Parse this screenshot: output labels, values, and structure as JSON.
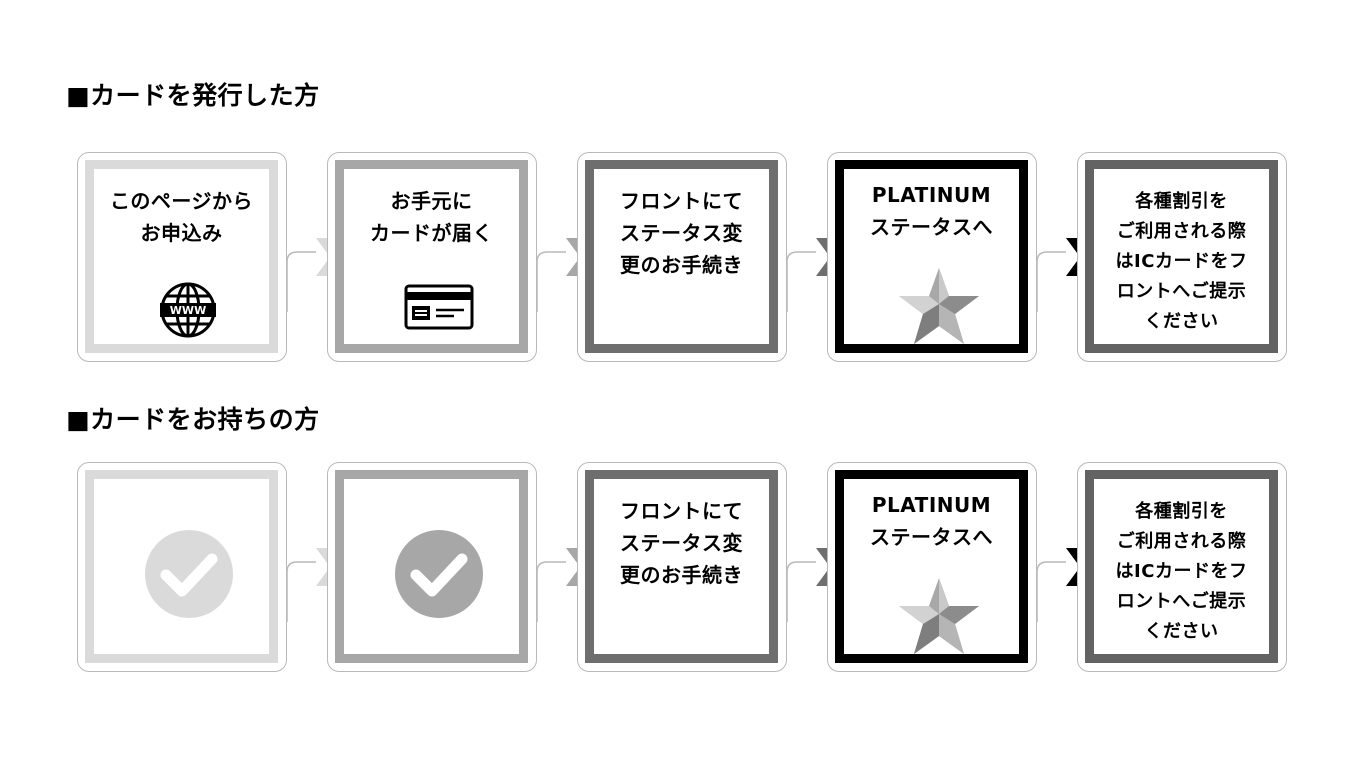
{
  "sections": [
    {
      "title": "■カードを発行した方",
      "steps": [
        {
          "label": "このページから\nお申込み",
          "icon": "globe-www-icon"
        },
        {
          "label": "お手元に\nカードが届く",
          "icon": "card-icon"
        },
        {
          "label": "フロントにて\nステータス変\n更のお手続き",
          "icon": ""
        },
        {
          "label": "PLATINUM\nステータスへ",
          "icon": "star-icon"
        },
        {
          "label": "各種割引を\nご利用される際\nはICカードをフ\nロントへご提示\nください",
          "icon": ""
        }
      ]
    },
    {
      "title": "■カードをお持ちの方",
      "steps": [
        {
          "label": "",
          "icon": "checkmark-icon"
        },
        {
          "label": "",
          "icon": "checkmark-icon"
        },
        {
          "label": "フロントにて\nステータス変\n更のお手続き",
          "icon": ""
        },
        {
          "label": "PLATINUM\nステータスへ",
          "icon": "star-icon"
        },
        {
          "label": "各種割引を\nご利用される際\nはICカードをフ\nロントへご提示\nください",
          "icon": ""
        }
      ]
    }
  ],
  "icons": {
    "globe_text": "WWW"
  },
  "colors": {
    "step1": "#dadada",
    "step2": "#a7a7a7",
    "step3": "#6e6e6e",
    "step4": "#000000",
    "step5": "#636363",
    "connector": "#b9b9b9"
  }
}
